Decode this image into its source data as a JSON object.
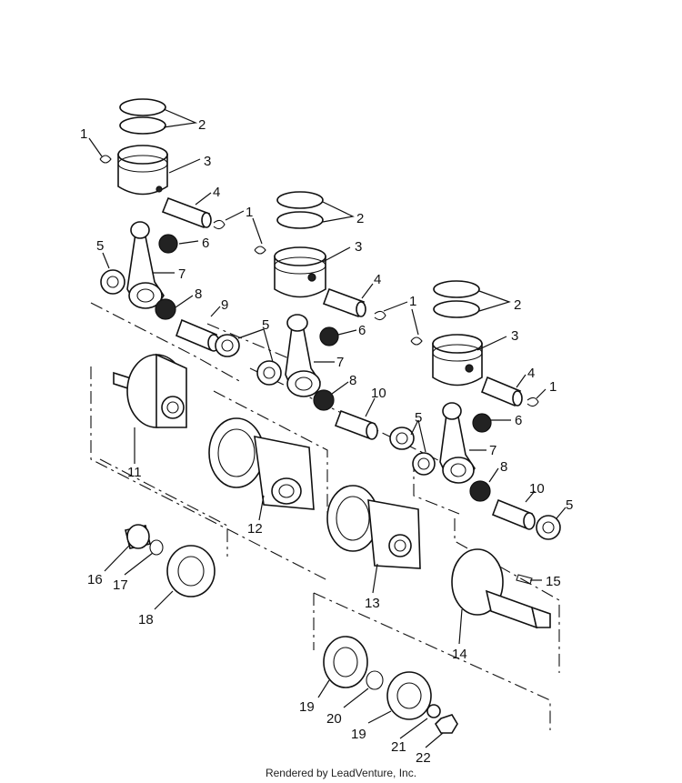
{
  "callouts": {
    "c1a": "1",
    "c1b": "1",
    "c1c": "1",
    "c1d": "1",
    "c2a": "2",
    "c2b": "2",
    "c2c": "2",
    "c3a": "3",
    "c3b": "3",
    "c3c": "3",
    "c4a": "4",
    "c4b": "4",
    "c4c": "4",
    "c5a": "5",
    "c5b": "5",
    "c5c": "5",
    "c5d": "5",
    "c6a": "6",
    "c6b": "6",
    "c6c": "6",
    "c7a": "7",
    "c7b": "7",
    "c7c": "7",
    "c8a": "8",
    "c8b": "8",
    "c8c": "8",
    "c9": "9",
    "c10a": "10",
    "c10b": "10",
    "c11": "11",
    "c12": "12",
    "c13": "13",
    "c14": "14",
    "c15": "15",
    "c16": "16",
    "c17": "17",
    "c18": "18",
    "c19a": "19",
    "c19b": "19",
    "c20": "20",
    "c21": "21",
    "c22": "22"
  },
  "footer": {
    "text": "Rendered by LeadVenture, Inc."
  },
  "colors": {
    "line": "#111111",
    "background": "#ffffff"
  }
}
